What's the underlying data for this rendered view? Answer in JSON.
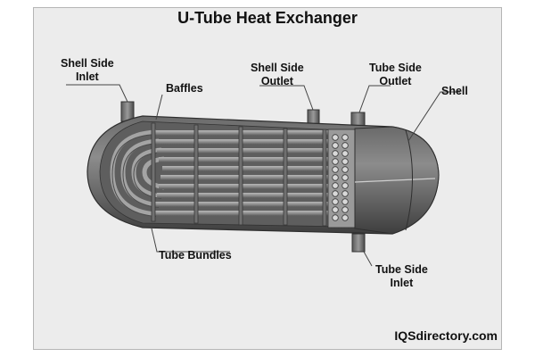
{
  "title": "U-Tube Heat Exchanger",
  "labels": {
    "shell_side_inlet": [
      "Shell Side",
      "Inlet"
    ],
    "baffles": "Baffles",
    "shell_side_outlet": [
      "Shell Side",
      "Outlet"
    ],
    "tube_side_outlet": [
      "Tube Side",
      "Outlet"
    ],
    "shell": "Shell",
    "tube_bundles": "Tube Bundles",
    "tube_side_inlet": [
      "Tube Side",
      "Inlet"
    ]
  },
  "brand": "IQSdirectory.com",
  "colors": {
    "background": "#ececec",
    "body_dark": "#4d4d4d",
    "body_light": "#8a8a8a",
    "tube": "#9a9a9a",
    "leader": "#444444"
  }
}
